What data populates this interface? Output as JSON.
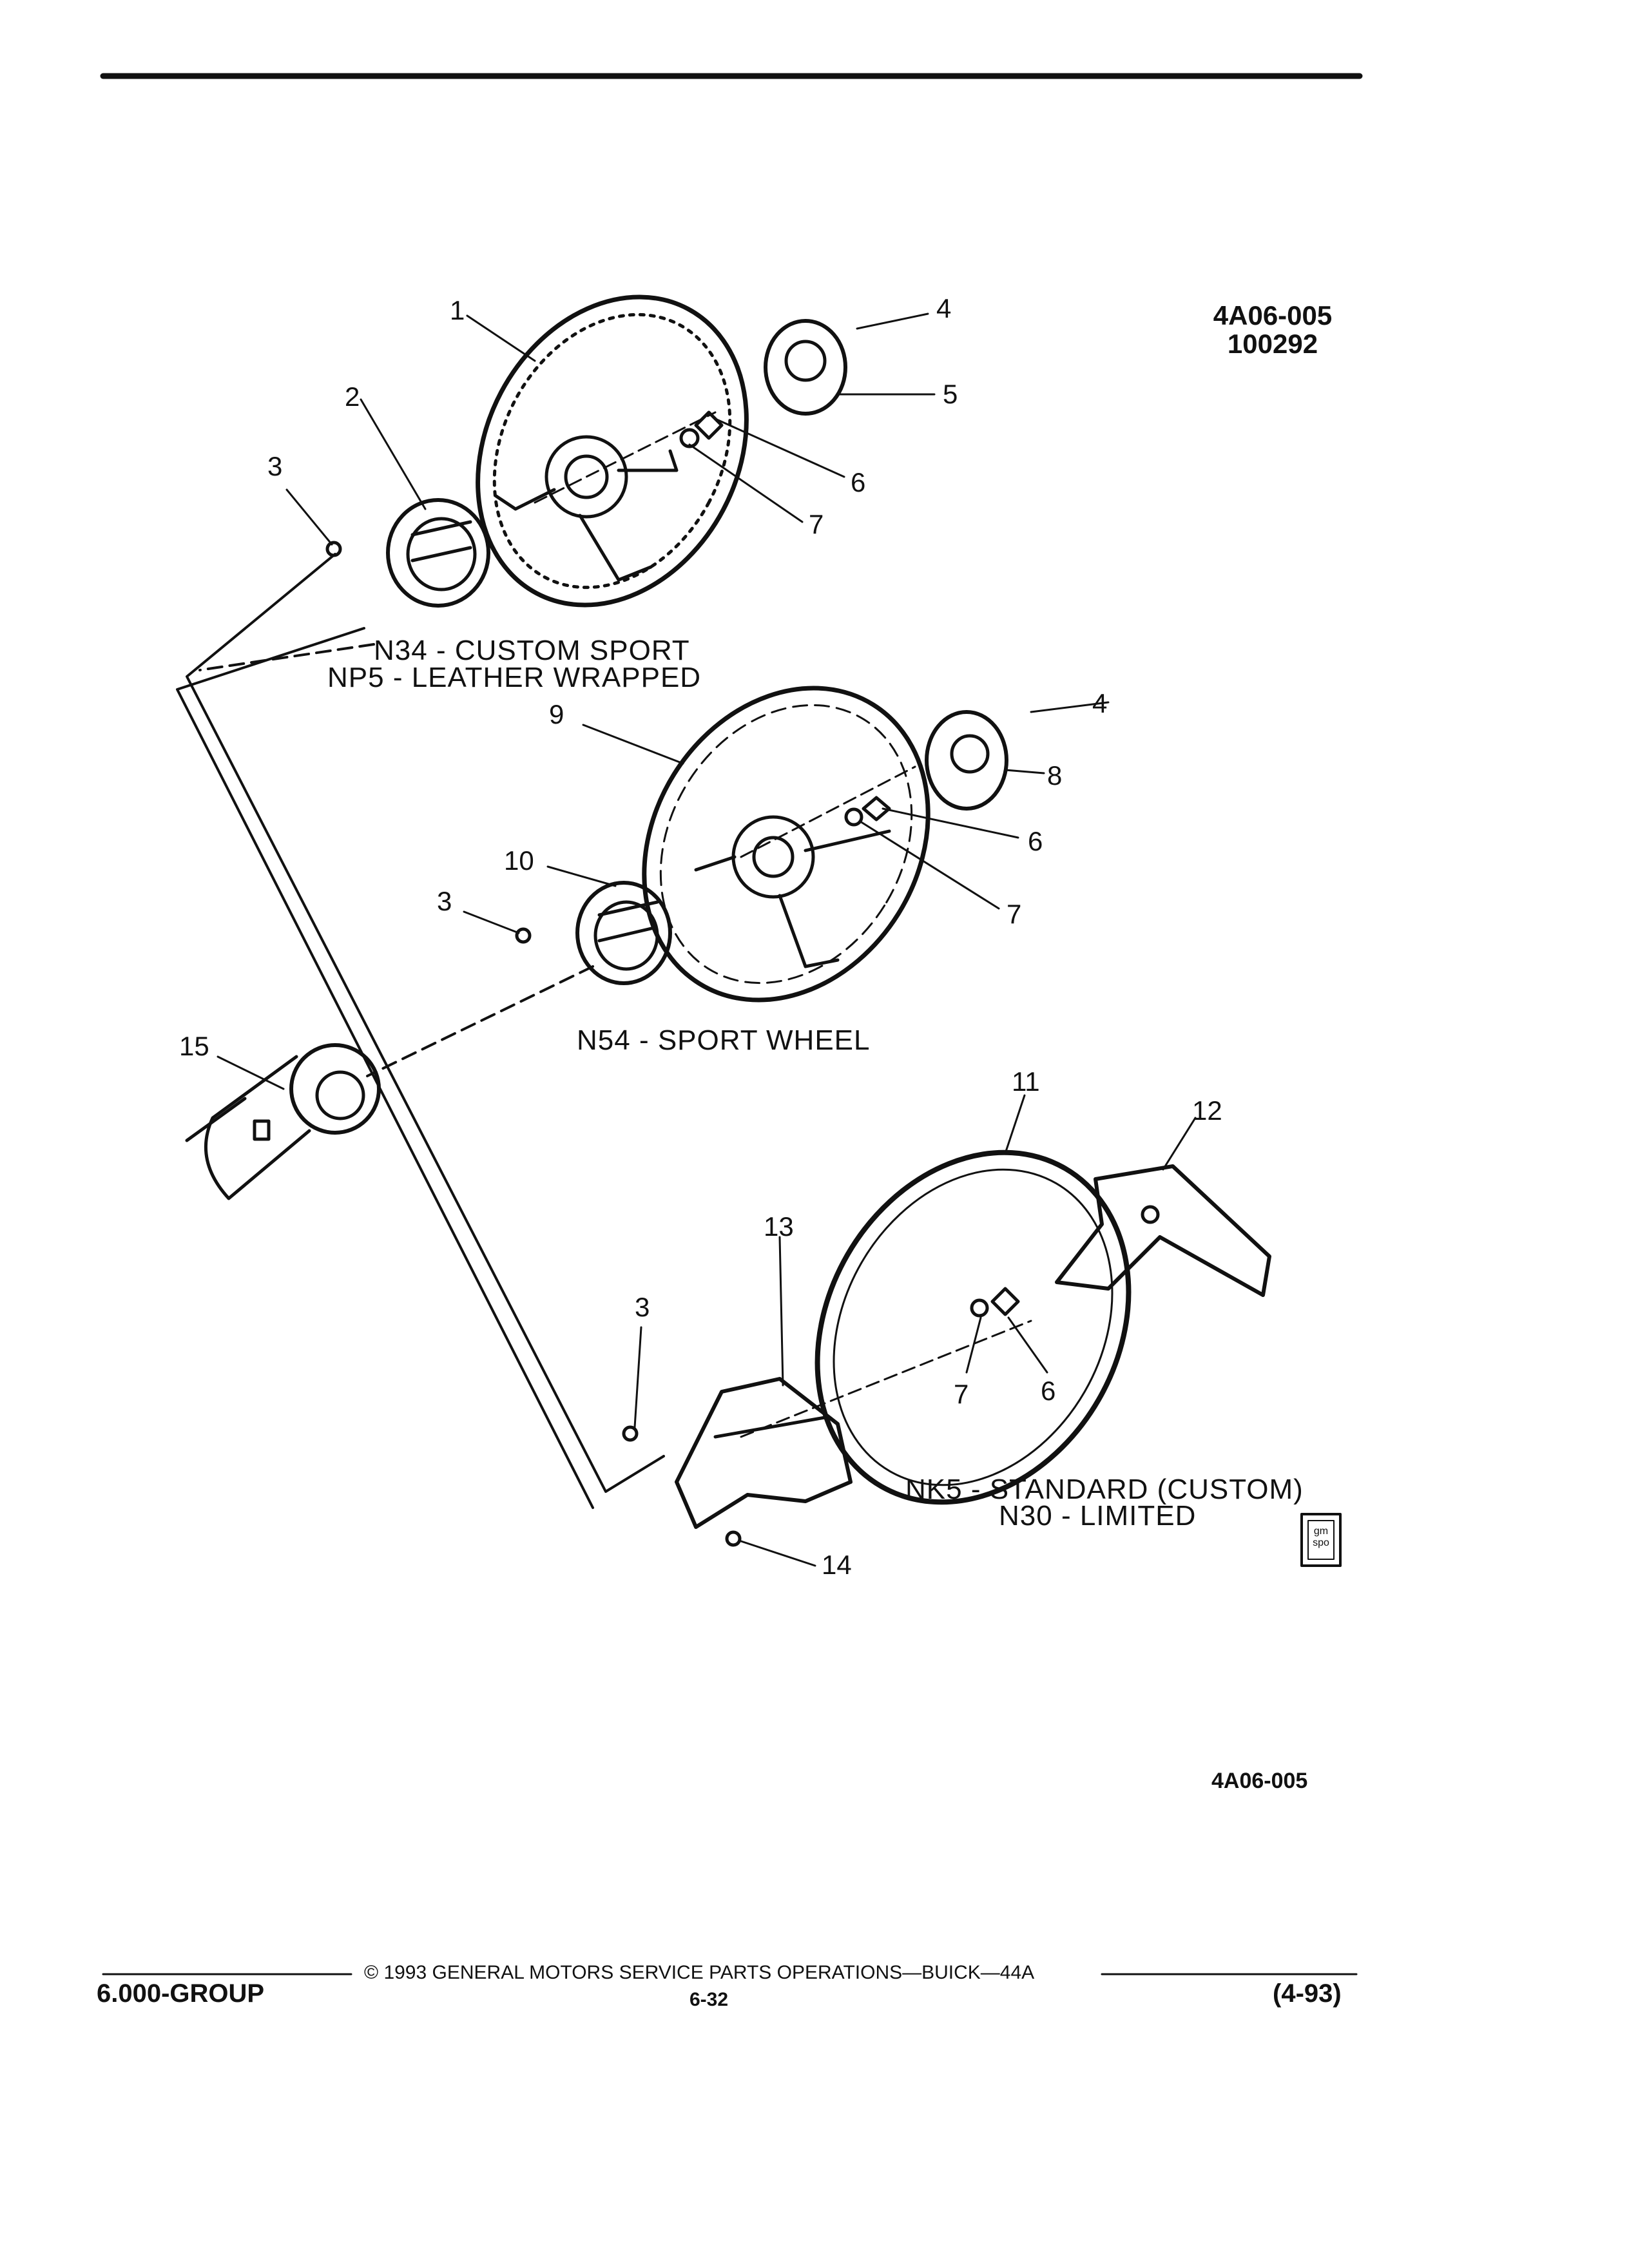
{
  "figure_ref": {
    "line1": "4A06-005",
    "line2": "100292"
  },
  "figure_id_bottom": "4A06-005",
  "callouts": {
    "c1": "1",
    "c2": "2",
    "c3a": "3",
    "c4a": "4",
    "c5": "5",
    "c6a": "6",
    "c7a": "7",
    "c9": "9",
    "c4b": "4",
    "c8": "8",
    "c6b": "6",
    "c10": "10",
    "c3b": "3",
    "c7b": "7",
    "c15": "15",
    "c11": "11",
    "c12": "12",
    "c13": "13",
    "c3c": "3",
    "c7c": "7",
    "c6c": "6",
    "c14": "14"
  },
  "captions": {
    "custom_sport": "N34 - CUSTOM SPORT",
    "leather_wrapped": "NP5 - LEATHER WRAPPED",
    "sport_wheel": "N54 - SPORT WHEEL",
    "standard_custom": "NK5 - STANDARD (CUSTOM)",
    "limited": "N30 - LIMITED"
  },
  "logo_text": "gm spo",
  "footer": {
    "group": "6.000-GROUP",
    "copyright": "© 1993 GENERAL MOTORS SERVICE PARTS OPERATIONS—BUICK—44A",
    "page": "6-32",
    "date": "(4-93)"
  },
  "colors": {
    "ink": "#111111",
    "paper": "#ffffff"
  }
}
